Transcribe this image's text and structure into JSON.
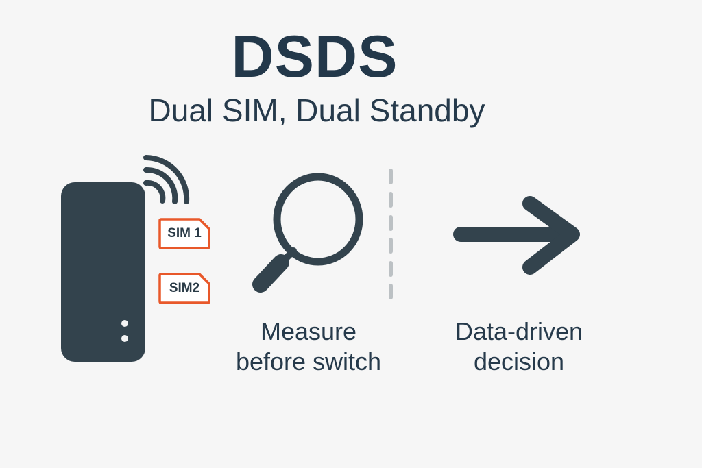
{
  "header": {
    "title": "DSDS",
    "subtitle": "Dual SIM, Dual Standby"
  },
  "phone": {
    "icon": "phone-icon",
    "signal_icon": "signal-waves-icon",
    "sims": [
      {
        "label": "SIM 1",
        "icon": "sim-card-icon"
      },
      {
        "label": "SIM2",
        "icon": "sim-card-icon"
      }
    ]
  },
  "measure": {
    "icon": "magnifying-glass-icon",
    "caption_line1": "Measure",
    "caption_line2": "before switch"
  },
  "decision": {
    "icon": "arrow-right-icon",
    "caption_line1": "Data-driven",
    "caption_line2": "decision"
  },
  "colors": {
    "background": "#f6f6f6",
    "dark": "#33434d",
    "text": "#243746",
    "accent": "#e8582a",
    "divider": "#bcc1c4"
  }
}
